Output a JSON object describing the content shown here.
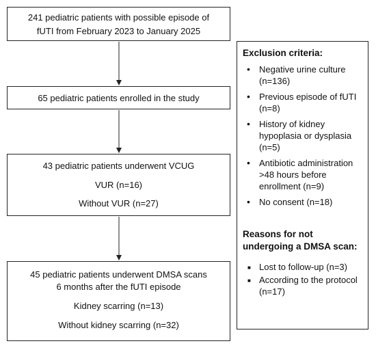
{
  "flow": {
    "box1": {
      "lines": [
        "241 pediatric patients with possible episode of",
        "fUTI from February 2023 to January 2025"
      ]
    },
    "box2": {
      "lines": [
        "65 pediatric patients enrolled in the study"
      ]
    },
    "box3": {
      "title": "43 pediatric patients underwent VCUG",
      "items": [
        "VUR (n=16)",
        "Without VUR (n=27)"
      ]
    },
    "box4": {
      "title_lines": [
        "45 pediatric patients underwent DMSA scans",
        "6 months after the fUTI episode"
      ],
      "items": [
        "Kidney scarring (n=13)",
        "Without kidney scarring (n=32)"
      ]
    }
  },
  "exclusion": {
    "heading": "Exclusion criteria:",
    "items": [
      "Negative urine culture (n=136)",
      "Previous episode of fUTI (n=8)",
      "History of kidney hypoplasia or dysplasia (n=5)",
      "Antibiotic administration >48 hours before enrollment (n=9)",
      "No consent (n=18)"
    ]
  },
  "reasons": {
    "heading": "Reasons for not undergoing a DMSA scan:",
    "items": [
      "Lost to follow-up (n=3)",
      "According to the protocol (n=17)"
    ]
  }
}
